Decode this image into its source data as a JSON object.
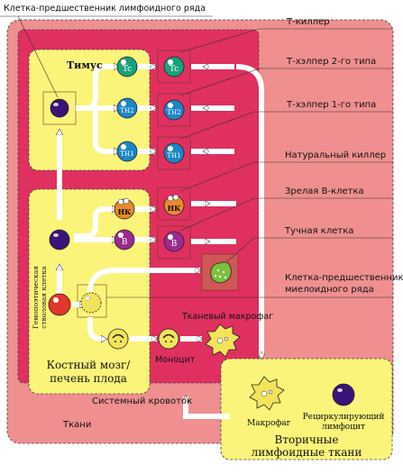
{
  "labels": {
    "lymphoid_progenitor": "Клетка-предшественник лимфоидного ряда",
    "t_killer": "Т-киллер",
    "th2": "Т-хэлпер 2-го типа",
    "th1": "Т-хэлпер 1-го типа",
    "nk": "Натуральный киллер",
    "mature_b": "Зрелая В-клетка",
    "mast": "Тучная клетка",
    "myeloid_progenitor_1": "Клетка-предшественник",
    "myeloid_progenitor_2": "миелоидного ряда",
    "tissue_macrophage": "Тканевый макрофаг",
    "monocyte": "Моноцит",
    "macrophage": "Макрофаг",
    "recirc_1": "Рециркулирующий",
    "recirc_2": "лимфоцит",
    "systemic": "Системный кровоток",
    "tissues": "Ткани",
    "thymus": "Тимус",
    "bone_marrow_1": "Костный мозг/",
    "bone_marrow_2": "печень плода",
    "secondary_1": "Вторичные",
    "secondary_2": "лимфоидные ткани",
    "stem_1": "Гемопоэтическая",
    "stem_2": "стволовая клетка"
  },
  "cell_marks": {
    "tc": "Tc",
    "th2": "TH2",
    "th1": "TH1",
    "nk": "НК",
    "b": "B"
  },
  "colors": {
    "tissues": "#ef8f8f",
    "systemic": "#e03060",
    "organ": "#fbf47a",
    "t_cell": "#1aa27a",
    "t_helper": "#1d86c9",
    "nk": "#e98a2e",
    "b_cell": "#9a2b8f",
    "stem": "#e2362b",
    "progenitor": "#3a1478",
    "myeloid": "#f3e35a"
  }
}
